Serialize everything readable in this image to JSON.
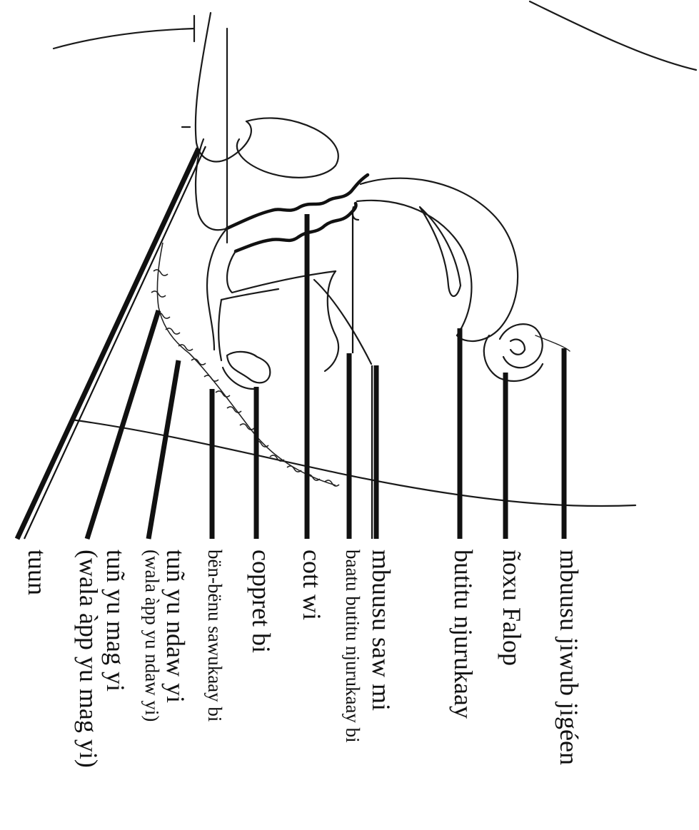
{
  "labels": [
    {
      "id": "mbuusu-jiwub-jigeen",
      "lines": [
        "mbuusu jiwub jigéen"
      ]
    },
    {
      "id": "noxu-falop",
      "lines": [
        "ñoxu Falop"
      ]
    },
    {
      "id": "butitu-njurukaay",
      "lines": [
        "butitu njurukaay"
      ]
    },
    {
      "id": "mbuusu-saw-mi",
      "lines": [
        "mbuusu  saw mi",
        "baatu butitu njurukaay bi"
      ]
    },
    {
      "id": "cott-wi",
      "lines": [
        "cott wi"
      ]
    },
    {
      "id": "coppret-bi",
      "lines": [
        "coppret bi"
      ]
    },
    {
      "id": "ben-benu-sawukaay-bi",
      "lines": [
        "bën-bënu sawukaay bi"
      ]
    },
    {
      "id": "tun-yu-ndaw-yi",
      "lines": [
        "tuñ yu ndaw yi",
        "(wala àpp yu ndaw yi)"
      ]
    },
    {
      "id": "tun-yu-mag-yi",
      "lines": [
        "tuñ yu mag yi",
        "(wala àpp yu mag yi)"
      ]
    },
    {
      "id": "tuun",
      "lines": [
        "tuun"
      ]
    }
  ],
  "colors": {
    "ink": "#111111",
    "paper": "#ffffff"
  }
}
